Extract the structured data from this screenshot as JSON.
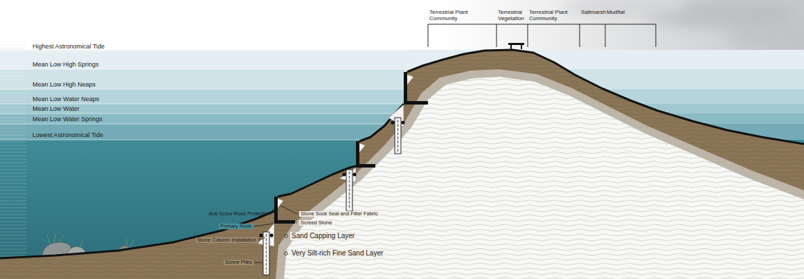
{
  "diagram": {
    "labels": [
      "Highest Astronomical Tide",
      "Mean Low High Springs",
      "Mean Low High Neaps",
      "Mean Low Water Neaps",
      "Mean Low Water",
      "Mean Low Water Springs",
      "Lowest Astronomical Tide",
      "Terrestrial Plant Community",
      "Terrestrial Vegetation",
      "Terrestrial Plant Community",
      "Saltmarsh",
      "Mudflat",
      "Anti Scour Rock Protection",
      "Stone Sock Seal and Filter Fabric",
      "Primary Rock",
      "Screed Stone",
      "Stone Column Installation",
      "Sand Capping Layer",
      "Screw Piles",
      "Very Silt-rich Fine Sand Layer"
    ]
  }
}
